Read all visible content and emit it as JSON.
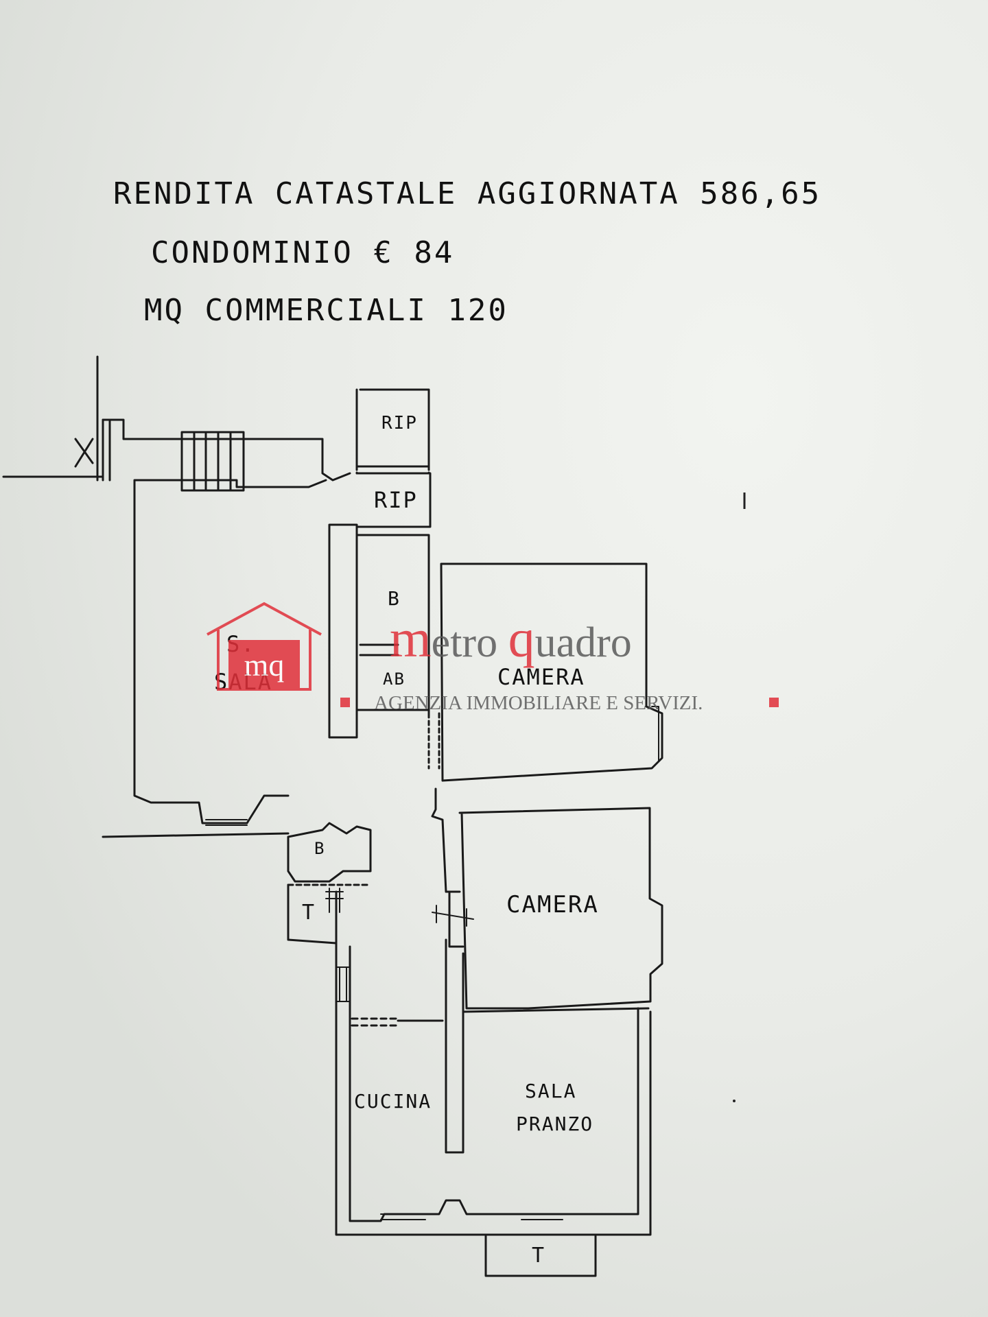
{
  "notes": {
    "line1": "RENDITA CATASTALE AGGIORNATA 586,65",
    "line2": "CONDOMINIO € 84",
    "line3": "MQ COMMERCIALI 120"
  },
  "rooms": {
    "rip_top": "RIP",
    "rip_bottom": "RIP",
    "bagno_upper": "B",
    "antibagno": "AB",
    "sala_s": "S.",
    "sala": "SALA",
    "camera_top": "CAMERA",
    "camera_middle": "CAMERA",
    "bagno_lower": "B",
    "terrazzo_left": "T",
    "cucina": "CUCINA",
    "sala_pranzo_line1": "SALA",
    "sala_pranzo_line2": "PRANZO",
    "terrazzo_bottom": "T"
  },
  "watermark": {
    "logo_initials": "mq",
    "brand_m": "m",
    "brand_etro": "etro ",
    "brand_q": "q",
    "brand_uadro": "uadro",
    "tagline": "AGENZIA IMMOBILIARE E SERVIZI.",
    "accent_color": "#e0303a",
    "text_color": "#5a5a5a"
  }
}
